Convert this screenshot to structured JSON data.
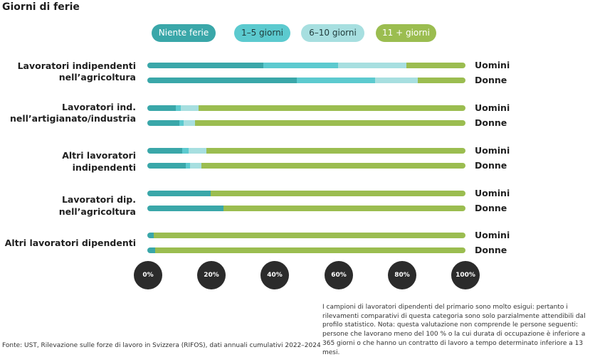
{
  "title": "Giorni di ferie",
  "colors": {
    "none": "#3aa7a9",
    "d1_5": "#5ccacf",
    "d6_10": "#a7dfe0",
    "d11plus": "#9bbd50"
  },
  "legend": [
    "Niente ferie",
    "1–5 giorni",
    "6–10 giorni",
    "11 + giorni"
  ],
  "sex_labels": {
    "men": "Uomini",
    "women": "Donne"
  },
  "chart_data": {
    "type": "bar",
    "orientation": "horizontal",
    "stacked": true,
    "categories": [
      "Lavoratori indipendenti nell’agricoltura",
      "Lavoratori ind. nell’artigianato/industria",
      "Altri lavoratori indipendenti",
      "Lavoratori dip. nell’agricoltura",
      "Altri lavoratori dipendenti"
    ],
    "category_lines": [
      [
        "Lavoratori indipendenti",
        "nell’agricoltura"
      ],
      [
        "Lavoratori ind.",
        "nell’artigianato/industria"
      ],
      [
        "Altri lavoratori indipendenti"
      ],
      [
        "Lavoratori dip. nell’agricoltura"
      ],
      [
        "Altri lavoratori dipendenti"
      ]
    ],
    "series_names": [
      "Niente ferie",
      "1–5 giorni",
      "6–10 giorni",
      "11 + giorni"
    ],
    "groups": [
      "Uomini",
      "Donne"
    ],
    "values": [
      [
        [
          36.5,
          23.5,
          21.5,
          18.5
        ],
        [
          47,
          24.5,
          13.5,
          15
        ]
      ],
      [
        [
          9,
          1.5,
          5.5,
          84
        ],
        [
          10,
          1.5,
          3.5,
          85
        ]
      ],
      [
        [
          11,
          2,
          5.5,
          81.5
        ],
        [
          12,
          1.5,
          3.5,
          83
        ]
      ],
      [
        [
          20,
          0,
          0,
          80
        ],
        [
          24,
          0,
          0,
          76
        ]
      ],
      [
        [
          2,
          0,
          0,
          98
        ],
        [
          2.5,
          0,
          0,
          97.5
        ]
      ]
    ],
    "x_ticks": [
      "0%",
      "20%",
      "40%",
      "60%",
      "80%",
      "100%"
    ],
    "xlim": [
      0,
      100
    ]
  },
  "note": "I campioni di lavoratori dipendenti del primario sono molto esigui: pertanto i rilevamenti comparativi di questa categoria sono solo parzialmente attendibili dal profilo statistico. Nota: questa valutazione non comprende le persone seguenti: persone che lavorano meno del 100 % o la cui durata di occupazione è inferiore a 365 giorni o che hanno un contratto di lavoro a tempo determinato inferiore a 13 mesi.",
  "source": "Fonte: UST, Rilevazione sulle forze di lavoro in Svizzera (RIFOS), dati annuali cumulativi 2022–2024"
}
